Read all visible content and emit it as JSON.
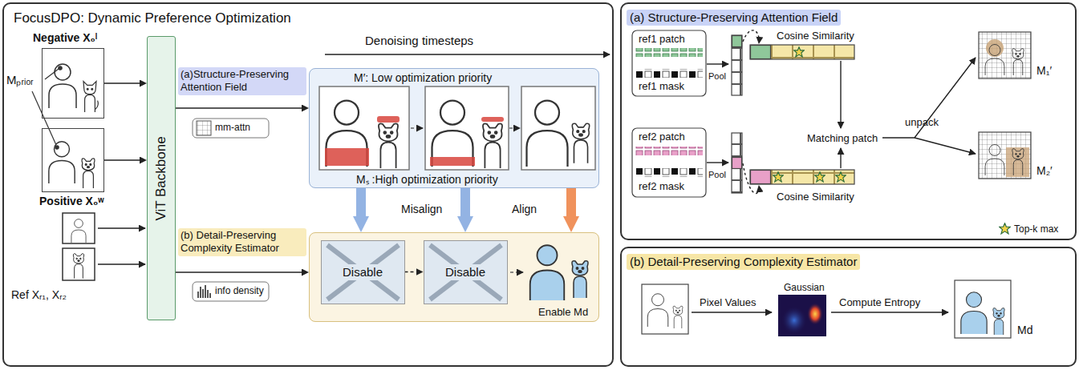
{
  "diagram": {
    "nodes": [
      {
        "text": [
          "FocusDPO: Dynamic Preference Optimization"
        ]
      },
      {
        "text": [
          "Negative X₀ˡ"
        ],
        "in": 0
      },
      {
        "text": [
          "Positive X₀ʷ"
        ],
        "in": 0
      },
      {
        "text": [
          "ViT Backbone"
        ],
        "in": 0
      },
      {
        "text": [
          "M′: Low optimization priority",
          "Mₛ :High optimization priority"
        ],
        "in": 0
      },
      {
        "text": [
          "Enable Md"
        ],
        "in": 0
      },
      {
        "text": [
          "Disable"
        ],
        "in": 5
      },
      {
        "text": [
          "Disable"
        ],
        "in": 5
      },
      {
        "text": [
          "(a) Structure-Preserving Attention Field"
        ]
      },
      {
        "text": [
          "(b) Detail-Preserving Complexity Estimator"
        ]
      }
    ],
    "edges": [
      {
        "from": 1,
        "to": 3,
        "arrow": "to"
      },
      {
        "from": 2,
        "to": 3,
        "arrow": "to"
      },
      {
        "from": 3,
        "to": 4,
        "label": "(a)Structure-Preserving Attention Field",
        "arrow": "to"
      },
      {
        "from": 3,
        "to": 5,
        "label": "(b) Detail-Preserving Complexity Estimator",
        "arrow": "to"
      },
      {
        "from": 4,
        "to": 5,
        "arrow": "to"
      },
      {
        "from": 4,
        "to": 5,
        "arrow": "to"
      },
      {
        "from": 4,
        "to": 5,
        "arrow": "to"
      },
      {
        "from": 6,
        "to": 7,
        "arrow": "to"
      }
    ],
    "labels": [
      "Mₚᵣᵢₒᵣ",
      "Ref Xᵣ₁, Xᵣ₂",
      "Denoising timesteps",
      "mm-attn",
      "info density",
      "Misalign",
      "Align",
      "ref1 patch",
      "ref1 mask",
      "ref2 patch",
      "ref2 mask",
      "Pool",
      "Pool",
      "Cosine Similarity",
      "Cosine Similarity",
      "Matching patch",
      "unpack",
      "M₁′",
      "M₂′",
      "Top-k max",
      "Pixel Values",
      "Gaussian",
      "Compute Entropy",
      "Md"
    ]
  }
}
